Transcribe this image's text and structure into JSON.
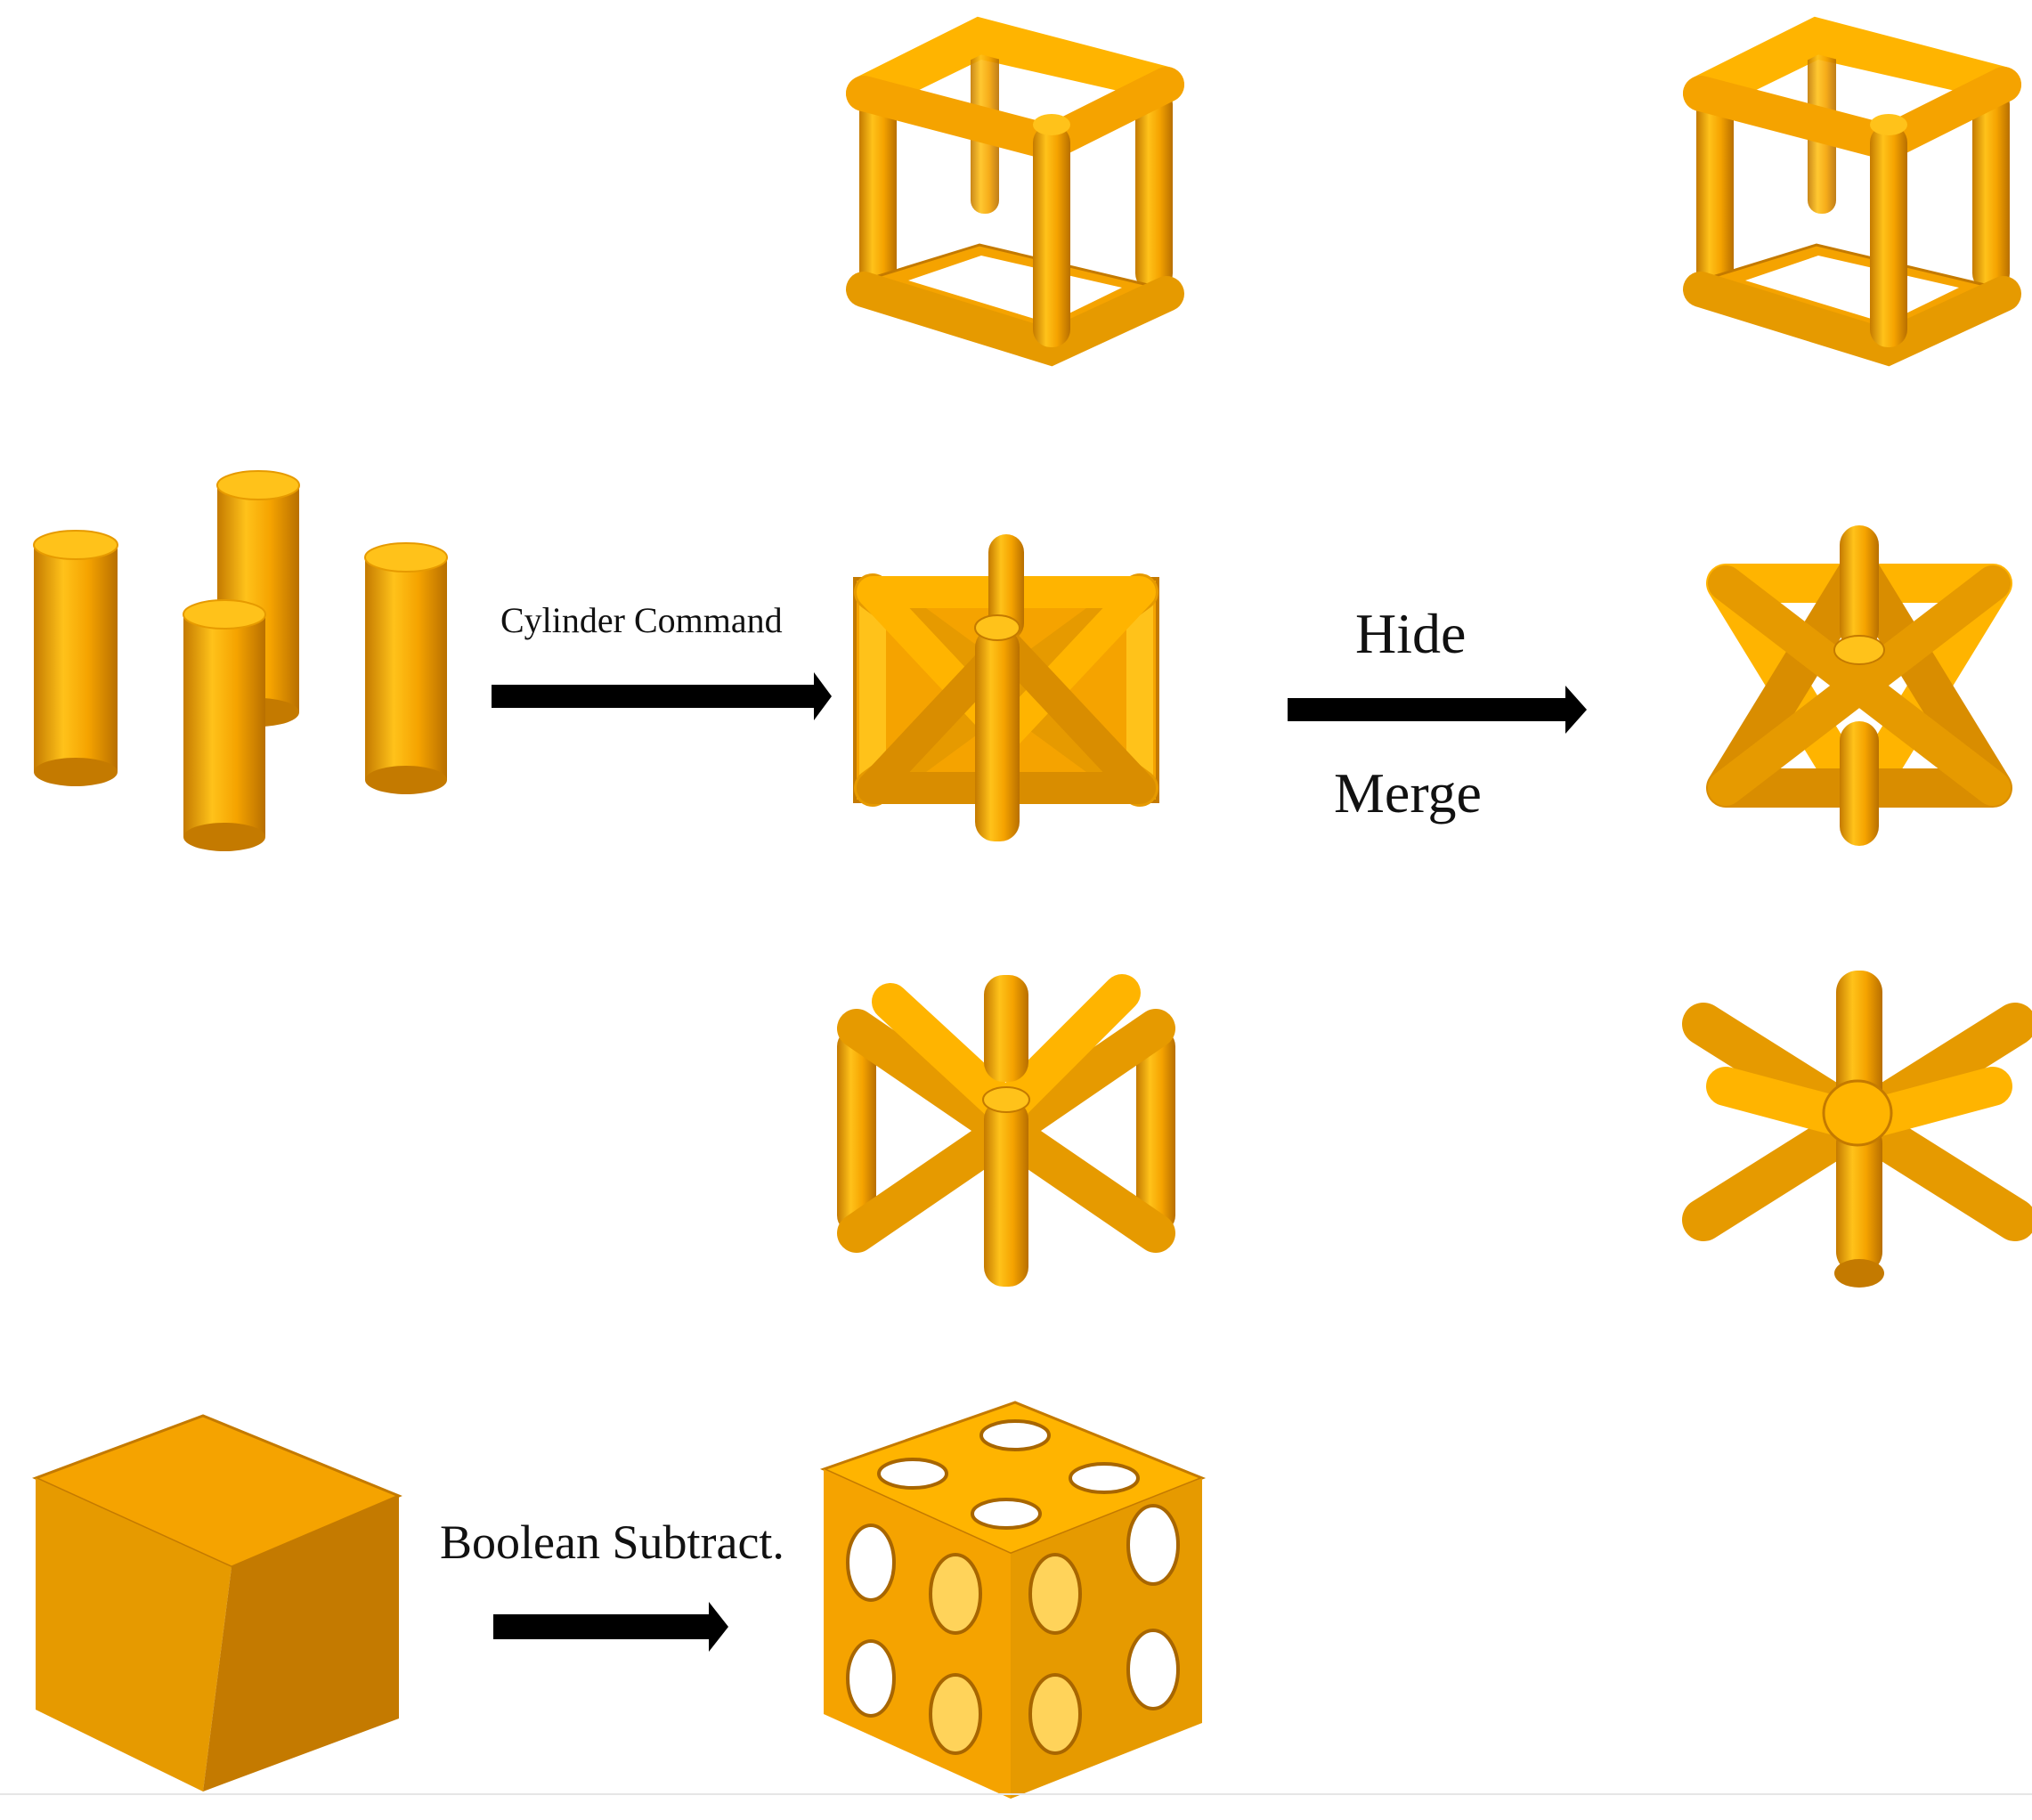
{
  "labels": {
    "cylinder_command": "Cylinder Command",
    "hide": "Hide",
    "merge": "Merge",
    "boolean_subtract": "Boolean Subtract."
  },
  "colors": {
    "background": "#ffffff",
    "gold_light": "#ffc21a",
    "gold": "#f5a300",
    "gold_mid": "#e69a00",
    "gold_dark": "#c47a00",
    "gold_shadow": "#a86600",
    "arrow": "#000000"
  },
  "icons": {
    "arrow": "right-arrow-icon"
  }
}
